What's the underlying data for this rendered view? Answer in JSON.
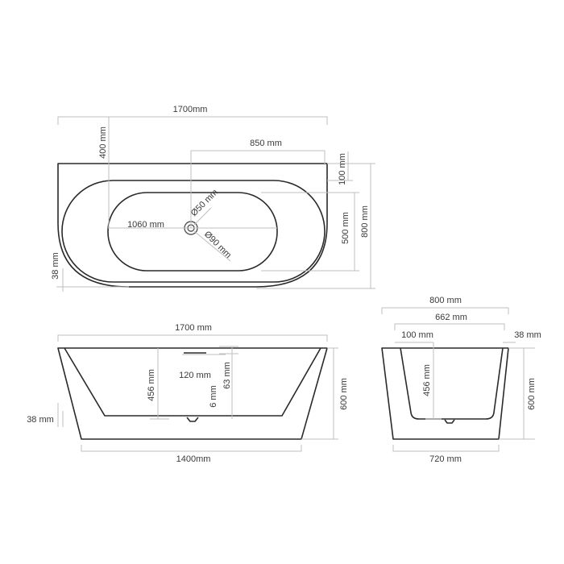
{
  "top_view": {
    "overall_length": "1700mm",
    "back_offset": "400 mm",
    "drain_offset": "850 mm",
    "rim_width": "100 mm",
    "overall_width": "800 mm",
    "inner_width": "500 mm",
    "inner_length": "1060 mm",
    "drain_diameter": "Ø50 mm",
    "overflow_diameter": "Ø90 mm",
    "wall_thickness": "38 mm"
  },
  "front_view": {
    "overall_length": "1700 mm",
    "base_length": "1400mm",
    "overflow_width": "120 mm",
    "inner_depth": "456 mm",
    "overflow_height": "63 mm",
    "overflow_gap": "6 mm",
    "overall_height": "600 mm",
    "wall_thickness": "38 mm"
  },
  "side_view": {
    "overall_width": "800 mm",
    "inner_width": "662 mm",
    "rim_width": "100 mm",
    "wall_thickness": "38 mm",
    "inner_depth": "456 mm",
    "overall_height": "600 mm",
    "base_width": "720 mm"
  },
  "colors": {
    "outline": "#2a2a2a",
    "dimension_line": "#bfbfbf",
    "text": "#3a3a3a"
  }
}
